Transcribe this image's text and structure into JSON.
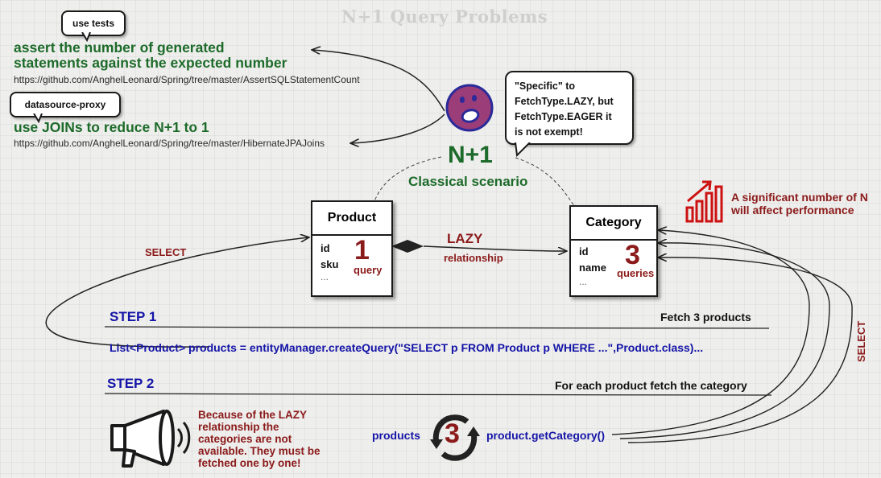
{
  "title": "N+1 Query Problems",
  "tags": {
    "use_tests": "use tests",
    "datasource_proxy": "datasource-proxy"
  },
  "tips": {
    "assert_line1": "assert the number of generated",
    "assert_line2": "statements against the expected number",
    "assert_link": "https://github.com/AnghelLeonard/Spring/tree/master/AssertSQLStatementCount",
    "joins_text": "use JOINs to reduce N+1 to 1",
    "joins_link": "https://github.com/AnghelLeonard/Spring/tree/master/HibernateJPAJoins"
  },
  "speech": {
    "line1": "\"Specific\" to",
    "line2": "FetchType.LAZY, but",
    "line3": "FetchType.EAGER it",
    "line4": "is not exempt!"
  },
  "center": {
    "n_plus_1": "N+1",
    "subtitle": "Classical scenario"
  },
  "product": {
    "name": "Product",
    "field1": "id",
    "field2": "sku",
    "more": "...",
    "count": "1",
    "count_label": "query"
  },
  "category": {
    "name": "Category",
    "field1": "id",
    "field2": "name",
    "more": "...",
    "count": "3",
    "count_label": "queries"
  },
  "relation": {
    "lazy": "LAZY",
    "label": "relationship"
  },
  "select_left": "SELECT",
  "select_right": "SELECT",
  "performance": {
    "line1": "A significant number of N",
    "line2": "will affect performance"
  },
  "step1": {
    "label": "STEP 1",
    "desc": "Fetch 3 products",
    "code": "List<Product> products = entityManager.createQuery(\"SELECT p FROM Product p WHERE ...\",Product.class)..."
  },
  "step2": {
    "label": "STEP 2",
    "desc": "For each product fetch the category"
  },
  "warning": {
    "line1": "Because of the LAZY",
    "line2": "relationship the",
    "line3": "categories are not",
    "line4": "available. They must be",
    "line5": "fetched one by one!"
  },
  "loop": {
    "left": "products",
    "count": "3",
    "right": "product.getCategory()"
  },
  "colors": {
    "green": "#1d6b2a",
    "dark_red": "#8b1a1a",
    "blue": "#1515a8",
    "face": "#9a3d78"
  },
  "icons": [
    "smiley-face-icon",
    "bar-chart-icon",
    "megaphone-icon",
    "refresh-cycle-icon"
  ]
}
